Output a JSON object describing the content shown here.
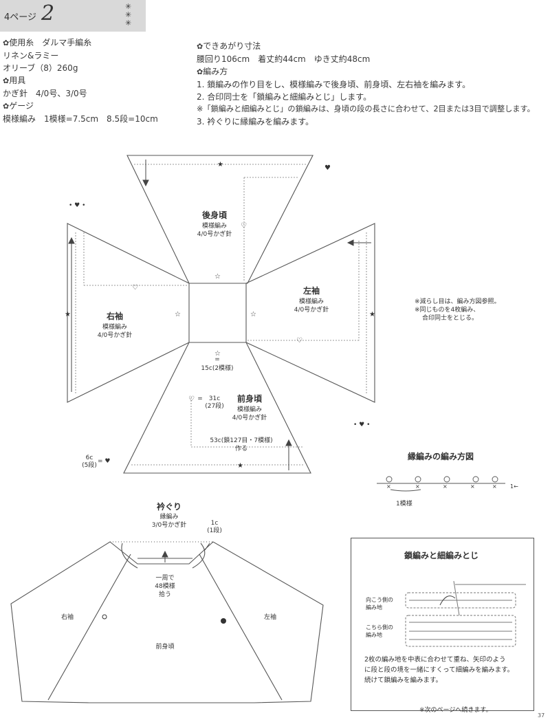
{
  "header": {
    "page_ref": "4ページ",
    "number": "2",
    "stars": "✳✳✳"
  },
  "materials": {
    "yarn_title": "使用糸",
    "yarn_brand": "ダルマ手編糸",
    "yarn_name": "リネン&ラミー",
    "yarn_color": "オリーブ（8）260g",
    "tools_title": "用具",
    "tools": "かぎ針　4/0号、3/0号",
    "gauge_title": "ゲージ",
    "gauge": "模様編み　1模様=7.5cm　8.5段=10cm"
  },
  "size": {
    "title": "できあがり寸法",
    "values": "腰回り106cm　着丈約44cm　ゆき丈約48cm"
  },
  "method": {
    "title": "編み方",
    "steps": [
      "1. 鎖編みの作り目をし、模様編みで後身頃、前身頃、左右袖を編みます。",
      "2. 合印同士を「鎖編みと細編みとじ」します。",
      "※「鎖編みと細編みとじ」の鎖編みは、身頃の段の長さに合わせて、2目または3目で調整します。",
      "3. 衿ぐりに縁編みを編みます。"
    ]
  },
  "diagram": {
    "back": {
      "name": "後身頃",
      "pattern": "模様編み",
      "hook": "4/0号かぎ針"
    },
    "right_sleeve": {
      "name": "右袖",
      "pattern": "模様編み",
      "hook": "4/0号かぎ針"
    },
    "left_sleeve": {
      "name": "左袖",
      "pattern": "模様編み",
      "hook": "4/0号かぎ針"
    },
    "front": {
      "name": "前身頃",
      "pattern": "模様編み",
      "hook": "4/0号かぎ針"
    },
    "label_15c": "15c(2模様)",
    "label_31c_eq": "=",
    "label_31c": "31c",
    "label_31c_rows": "(27段)",
    "label_53c": "53c(鎖127目・7模様)",
    "label_53c_2": "作る",
    "label_6c": "6c",
    "label_6c_rows": "(5段)",
    "label_eq_heart": "= ♥",
    "notes": [
      "※減らし目は、編み方図参照。",
      "※同じものを4枚編み、",
      "合印同士をとじる。"
    ]
  },
  "edging": {
    "title": "縁編みの編み方図",
    "repeat_label": "1模様",
    "arrow": "1←"
  },
  "neckline": {
    "title": "衿ぐり",
    "pattern": "縁編み",
    "hook": "3/0号かぎ針",
    "size": "1c",
    "rows": "(1段)",
    "pickup_1": "一周で",
    "pickup_2": "48模様",
    "pickup_3": "拾う",
    "right_sleeve": "右袖",
    "left_sleeve": "左袖",
    "front": "前身頃"
  },
  "joining": {
    "title": "鎖編みと細編みとじ",
    "far_label_1": "向こう側の",
    "far_label_2": "編み地",
    "near_label_1": "こちら側の",
    "near_label_2": "編み地",
    "desc": [
      "2枚の編み地を中表に合わせて重ね、矢印のよう",
      "に段と段の境を一緒にすくって細編みを編みます。",
      "続けて鎖編みを編みます。"
    ]
  },
  "footer": {
    "continue": "※次のページへ続きます。",
    "page": "37"
  }
}
